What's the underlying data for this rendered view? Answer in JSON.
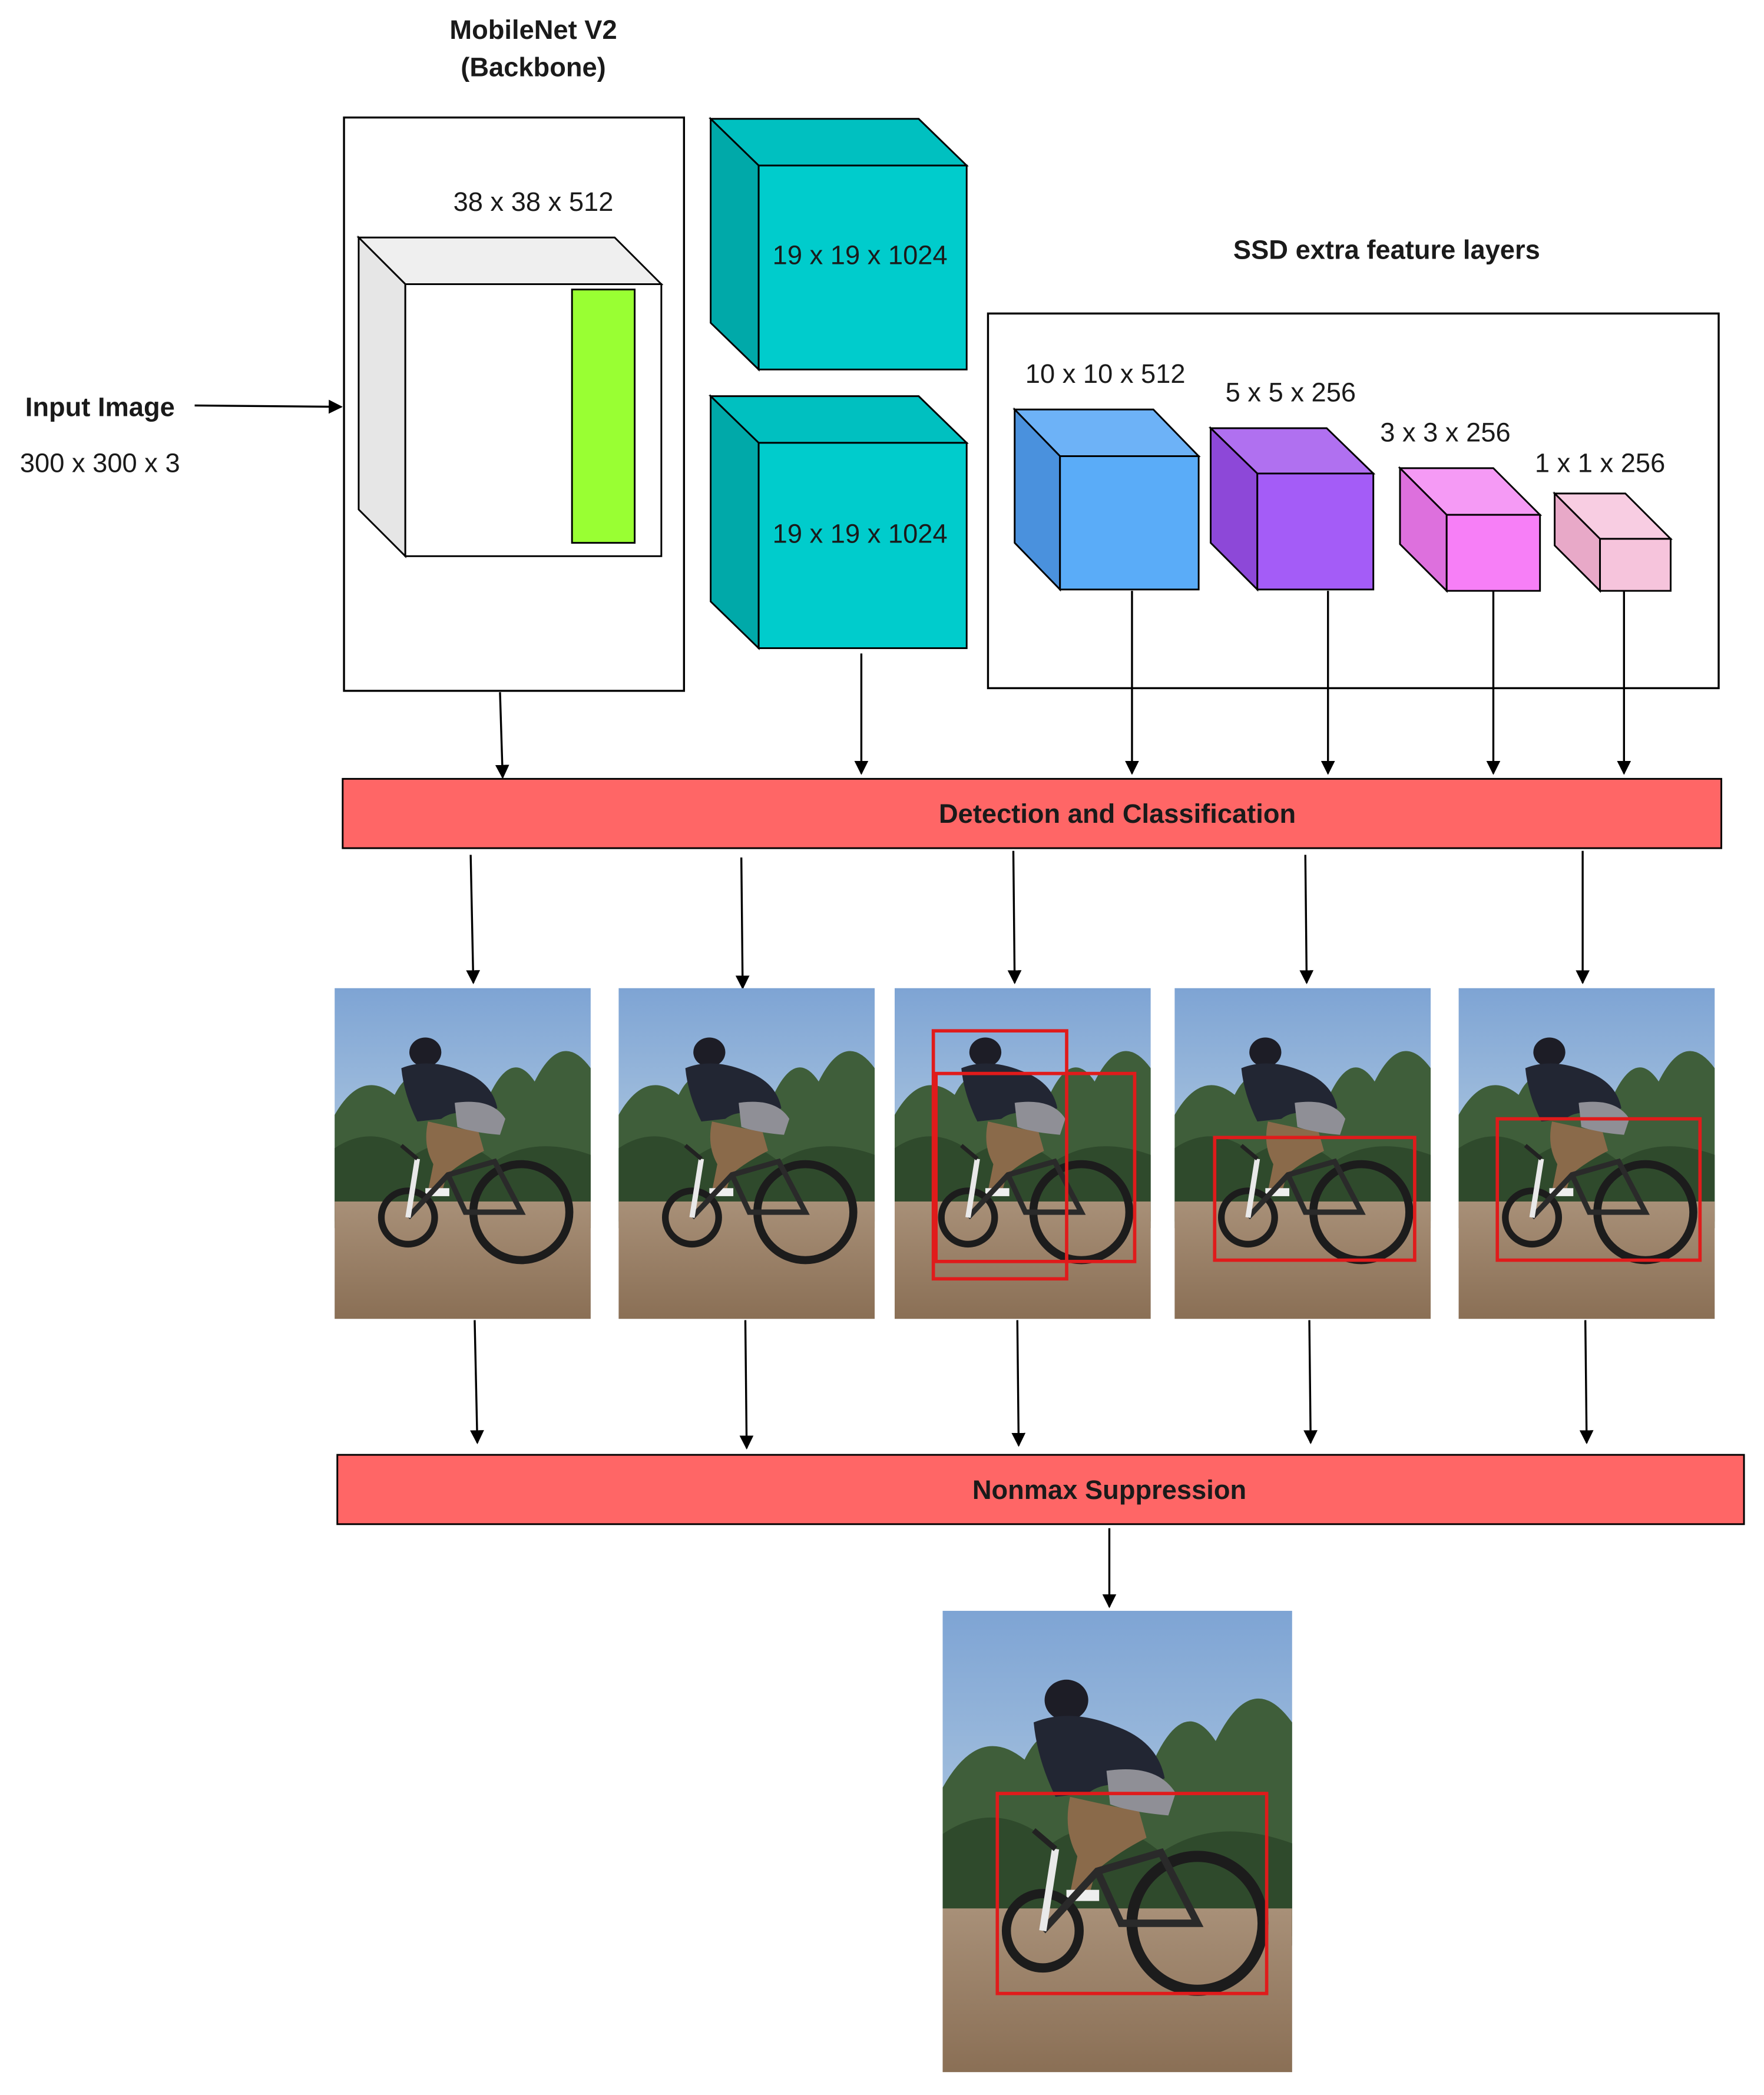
{
  "backbone": {
    "title_line1": "MobileNet V2",
    "title_line2": "(Backbone)",
    "feature_label": "38 x 38 x 512"
  },
  "input": {
    "title": "Input Image",
    "size": "300 x 300 x 3"
  },
  "conv_blocks": [
    {
      "label": "19 x 19 x 1024"
    },
    {
      "label": "19 x 19 x 1024"
    }
  ],
  "extra_layers": {
    "title": "SSD extra feature layers",
    "layers": [
      {
        "label": "10 x 10 x 512"
      },
      {
        "label": "5 x 5 x 256"
      },
      {
        "label": "3 x 3 x 256"
      },
      {
        "label": "1 x 1 x 256"
      }
    ]
  },
  "detection_bar": {
    "label": "Detection and Classification"
  },
  "nms_bar": {
    "label": "Nonmax Suppression"
  },
  "colors": {
    "bar_fill": "#ff6666",
    "teal": "#00c8c8",
    "blue": "#5ba7f7",
    "purple": "#a45cf0",
    "pink": "#f07cf0",
    "light_pink": "#f4bcd8",
    "green": "#99ff33",
    "box_red": "#e01b1b"
  }
}
